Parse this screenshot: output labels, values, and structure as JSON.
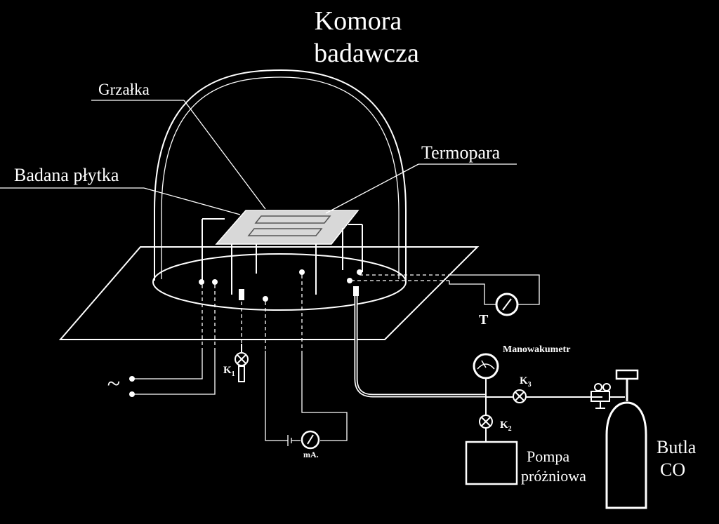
{
  "title": {
    "line1": "Komora",
    "line2": "badawcza"
  },
  "labels": {
    "heater": "Grzałka",
    "plate": "Badana płytka",
    "thermocouple": "Termopara",
    "thermometer": "T",
    "gauge": "Manowakumetr",
    "valve1": "K",
    "valve1_sub": "1",
    "valve2": "K",
    "valve2_sub": "2",
    "valve3": "K",
    "valve3_sub": "3",
    "ac_source": "~",
    "ammeter": "mA.",
    "pump_line1": "Pompa",
    "pump_line2": "próżniowa",
    "bottle_line1": "Butla",
    "bottle_line2": "CO"
  },
  "colors": {
    "background": "#000000",
    "lines": "#ffffff",
    "plate_fill": "#d8d8d8"
  }
}
